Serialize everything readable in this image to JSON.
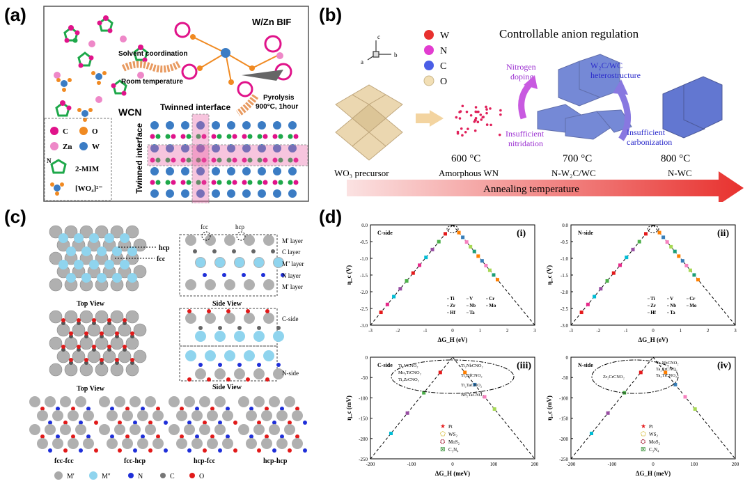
{
  "panel_labels": {
    "a": "(a)",
    "b": "(b)",
    "c": "(c)",
    "d": "(d)"
  },
  "panel_a": {
    "title": "W/Zn BIF",
    "solvent": "Solvent coordination",
    "room": "Room temperature",
    "pyrolysis": "Pyrolysis",
    "pyrolysis_cond": "900°C, 1hour",
    "wcn": "WCN",
    "twinned_top": "Twinned interface",
    "twinned_side": "Twinned interface",
    "legend": {
      "c": "C",
      "o": "O",
      "zn": "Zn",
      "w": "W",
      "n": "N",
      "mim": "2-MIM",
      "wo4": "[WO₄]²⁻"
    },
    "colors": {
      "C": "#e0138a",
      "O": "#f08a22",
      "Zn": "#ee88c8",
      "W": "#3b7cc4",
      "N": "#1ea84a"
    }
  },
  "panel_b": {
    "axes": {
      "c": "c",
      "a": "a",
      "b": "b"
    },
    "legend": {
      "w": "W",
      "n": "N",
      "c": "C",
      "o": "O"
    },
    "colors": {
      "W": "#e8302e",
      "N": "#e23cd0",
      "C": "#4a5ee6",
      "O": "#f2dfb5"
    },
    "title": "Controllable anion regulation",
    "nitrogen_doping": [
      "Nitrogen",
      "doping"
    ],
    "hetero": [
      "W₂C/WC",
      "heterostructure"
    ],
    "insuff_nit": [
      "Insufficient",
      "nitridation"
    ],
    "insuff_carb": [
      "Insufficient",
      "carbonization"
    ],
    "temps": [
      "600 °C",
      "700 °C",
      "800 °C"
    ],
    "names": [
      "WO₃ precursor",
      "Amorphous WN",
      "N-W₂C/WC",
      "N-WC"
    ],
    "arrow_label": "Annealing temperature"
  },
  "panel_c": {
    "hcp": "hcp",
    "fcc": "fcc",
    "top_view": "Top View",
    "side_view": "Side View",
    "layers": [
      "M' layer",
      "C layer",
      "M'' layer",
      "N layer",
      "M' layer"
    ],
    "c_side": "C-side",
    "n_side": "N-side",
    "stackings": [
      "fcc-fcc",
      "fcc-hcp",
      "hcp-fcc",
      "hcp-hcp"
    ],
    "legend": [
      "M'",
      "M''",
      "N",
      "C",
      "O"
    ]
  },
  "panel_d": {
    "plots": [
      {
        "tag": "(i)",
        "side": "C-side",
        "ylabel": "η_c (V)",
        "xlabel": "ΔG_H (eV)",
        "yticks": [
          "0.0",
          "-0.5",
          "-1.0",
          "-1.5",
          "-2.0",
          "-2.5",
          "-3.0"
        ],
        "xticks": [
          "-3",
          "-2",
          "-1",
          "0",
          "1",
          "2",
          "3"
        ]
      },
      {
        "tag": "(ii)",
        "side": "N-side",
        "ylabel": "η_c (V)",
        "xlabel": "ΔG_H (eV)",
        "yticks": [
          "0.0",
          "-0.5",
          "-1.0",
          "-1.5",
          "-2.0",
          "-2.5",
          "-3.0"
        ],
        "xticks": [
          "-3",
          "-2",
          "-1",
          "0",
          "1",
          "2",
          "3"
        ]
      },
      {
        "tag": "(iii)",
        "side": "C-side",
        "ylabel": "η_c (mV)",
        "xlabel": "ΔG_H (meV)",
        "yticks": [
          "0",
          "-50",
          "-100",
          "-150",
          "-200",
          "-250"
        ],
        "xticks": [
          "-200",
          "-100",
          "0",
          "100",
          "200"
        ]
      },
      {
        "tag": "(iv)",
        "side": "N-side",
        "ylabel": "η_c (mV)",
        "xlabel": "ΔG_H (meV)",
        "yticks": [
          "0",
          "-50",
          "-100",
          "-150",
          "-200",
          "-250"
        ],
        "xticks": [
          "-200",
          "-100",
          "0",
          "100",
          "200"
        ]
      }
    ],
    "elem_legend": [
      [
        "Ti",
        "V",
        "Cr"
      ],
      [
        "Zr",
        "Nb",
        "Mo"
      ],
      [
        "Hf",
        "Ta"
      ]
    ],
    "ref_legend": [
      "Pt",
      "WS₂",
      "MoS₂",
      "C₃N₄"
    ],
    "labels_iii_left": [
      "Ti₂VCNO₂",
      "Mo₂TiCNO₂",
      "Ti₂ZrCNO₂"
    ],
    "labels_iii_right": [
      "Ti₂NbCNO₂",
      "Ti₂HfCNO₂",
      "Ti₂TaCNO₂",
      "Nb₂TaCNO₂"
    ],
    "labels_iv_right": [
      "Ta₂NbCNO₂",
      "Ta₂ZrCNO₂",
      "Ta₂TiCNO₂"
    ],
    "labels_iv_left": [
      "Zr₂CrCNO₂"
    ]
  }
}
